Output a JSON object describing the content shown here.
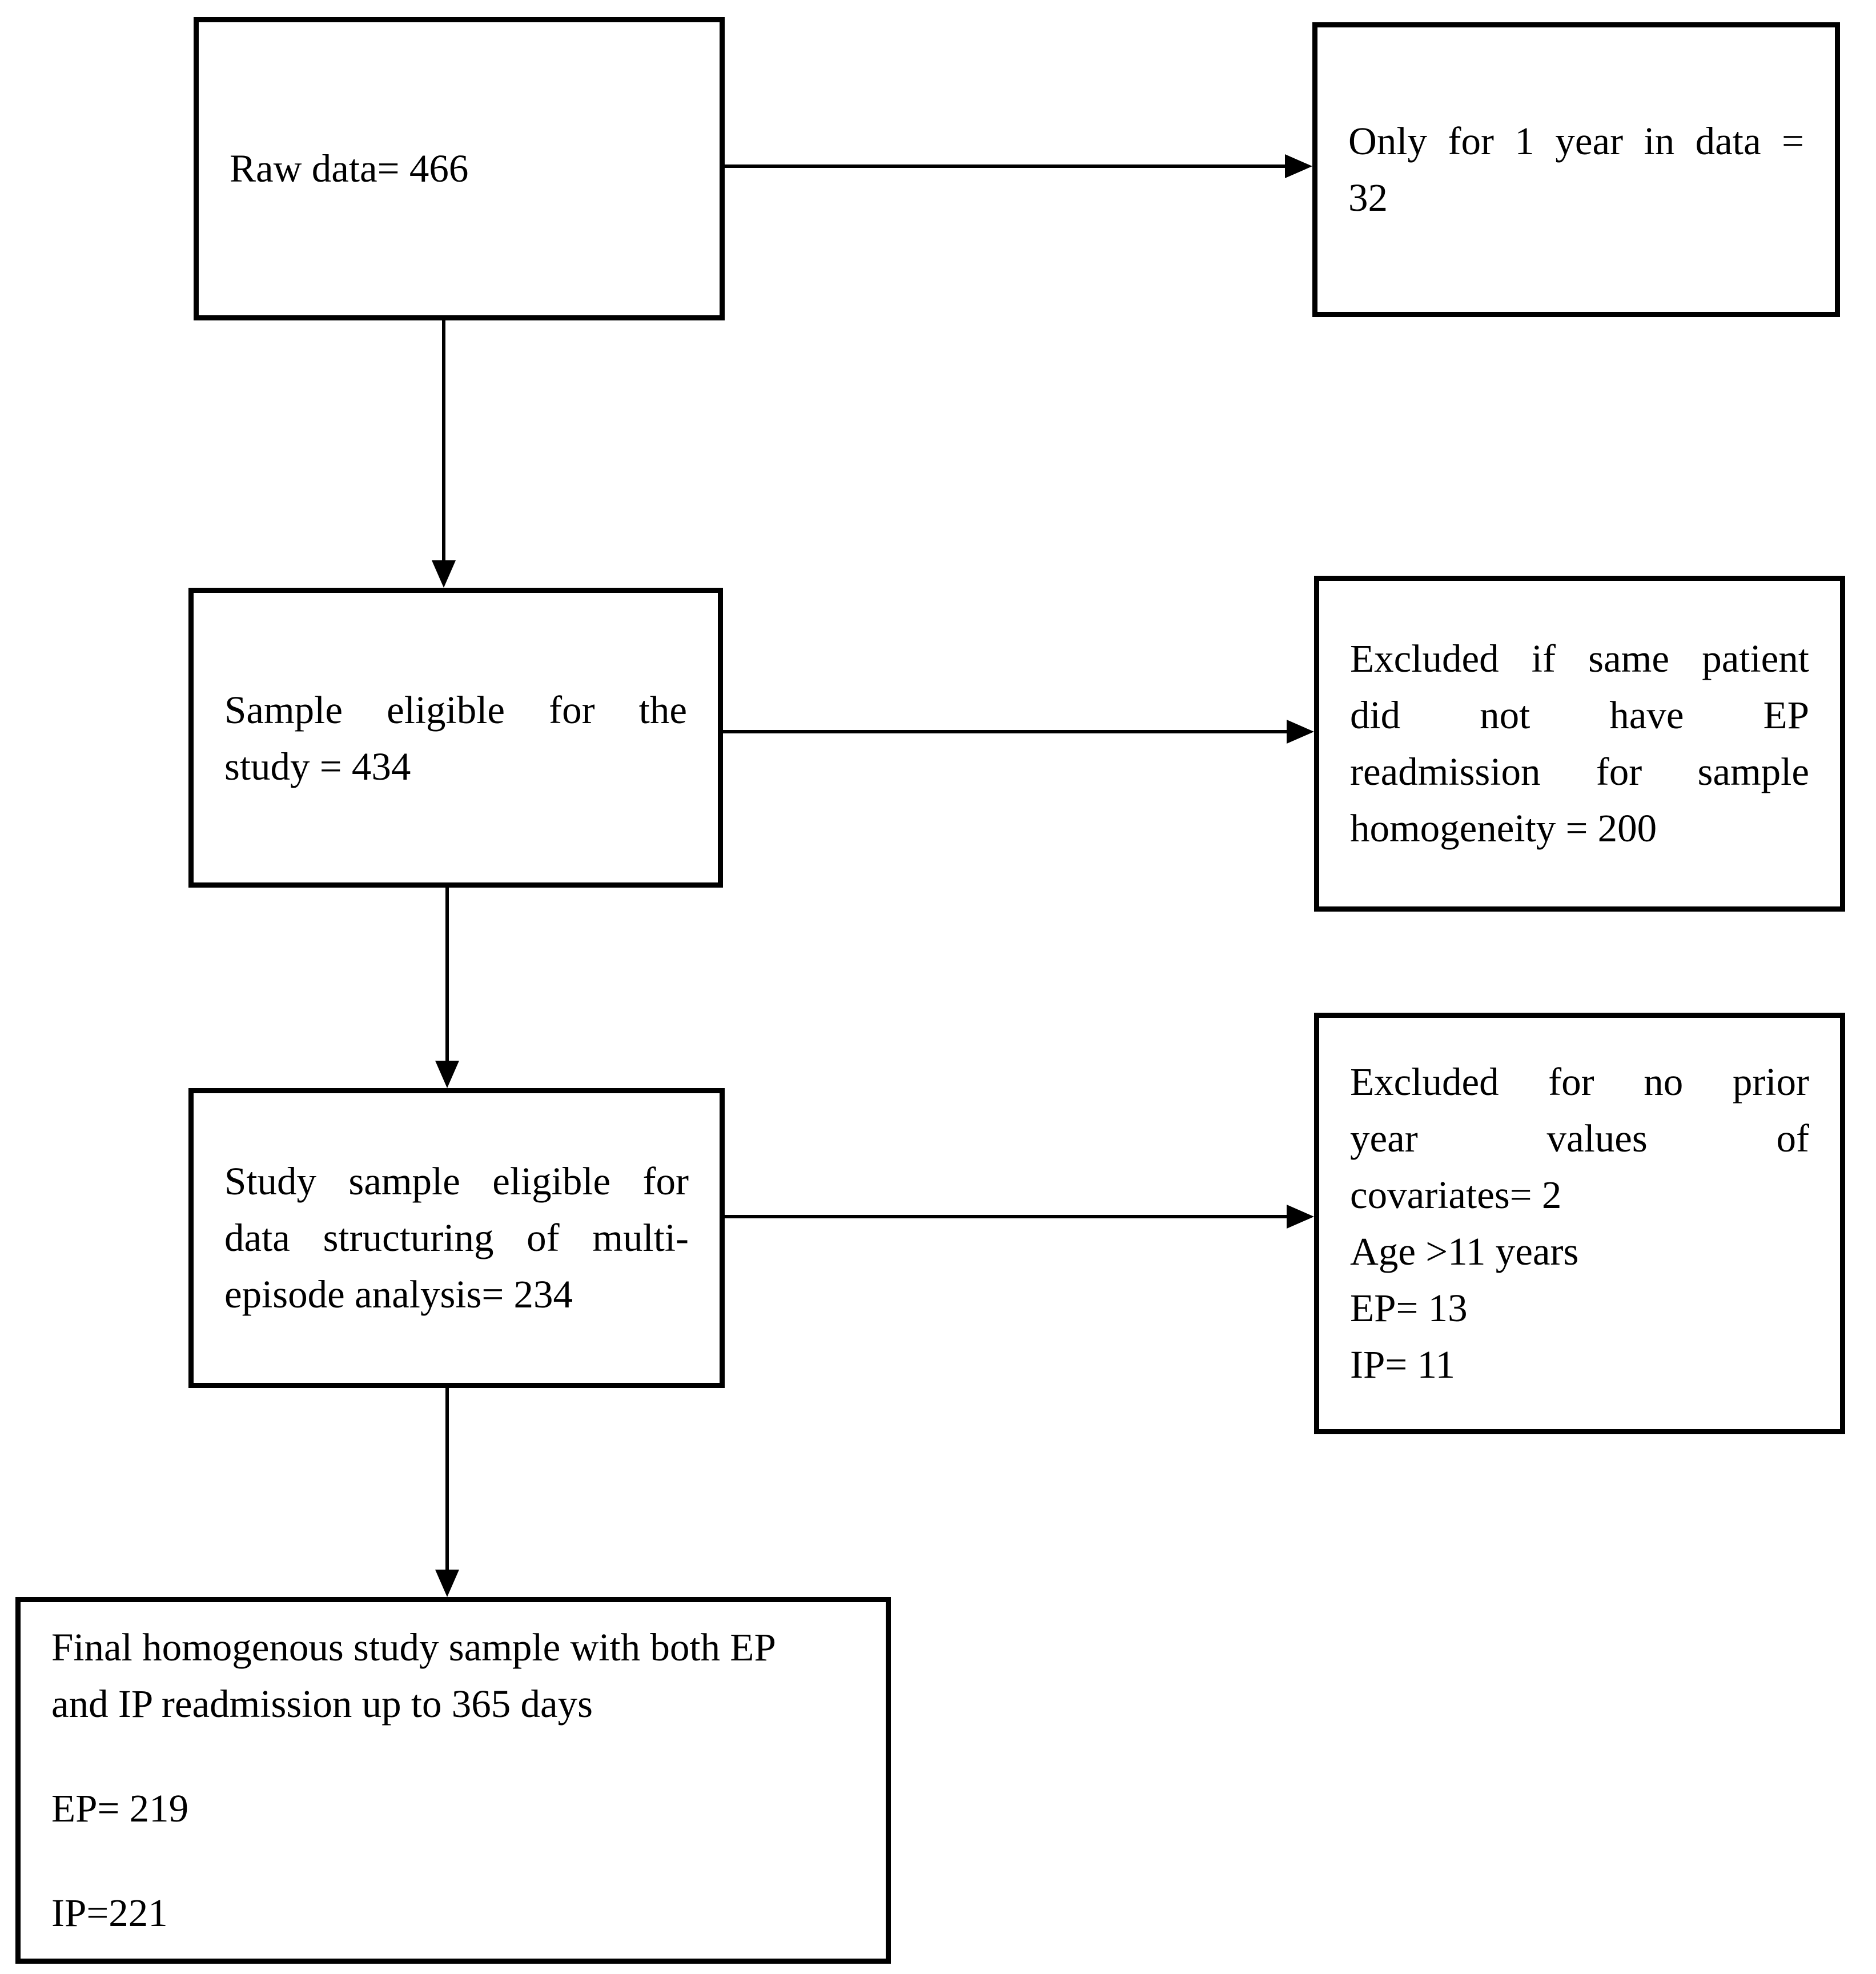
{
  "diagram": {
    "background_color": "#ffffff",
    "line_color": "#000000",
    "boxes": {
      "raw_data": {
        "lines": [
          "Raw data= 466"
        ]
      },
      "only_one_year": {
        "lines": [
          "Only for 1 year in data =",
          "32"
        ]
      },
      "sample_eligible": {
        "lines": [
          "Sample eligible for the",
          "study = 434"
        ]
      },
      "excluded_same_patient": {
        "lines": [
          "Excluded if same patient",
          "did not have EP",
          "readmission for sample",
          "homogeneity = 200"
        ]
      },
      "study_sample": {
        "lines": [
          "Study sample eligible for",
          "data structuring of multi-",
          "episode analysis= 234"
        ]
      },
      "excluded_no_prior_year": {
        "lines": [
          "Excluded for no prior",
          "year values of",
          "covariates= 2",
          "Age >11 years",
          "EP= 13",
          "IP= 11"
        ]
      },
      "final_sample": {
        "lines": [
          "Final homogenous study sample with both EP",
          "and IP readmission up to 365 days",
          "EP= 219",
          "IP=221"
        ]
      }
    }
  }
}
